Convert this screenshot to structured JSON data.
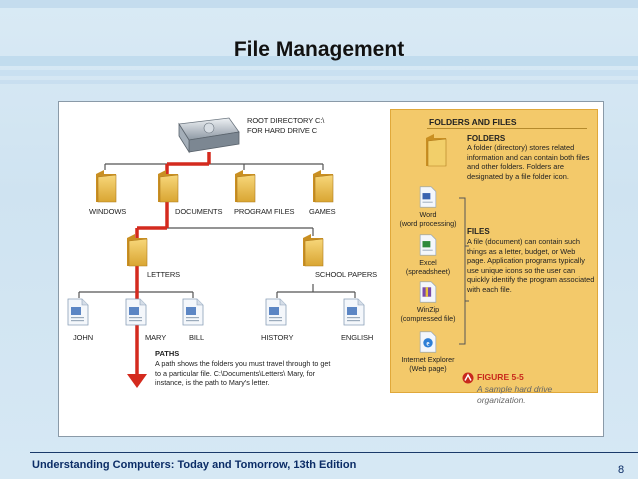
{
  "slide": {
    "title": "File Management",
    "footer": "Understanding Computers: Today and Tomorrow, 13th Edition",
    "page_number": "8"
  },
  "figure": {
    "root_label_line1": "ROOT DIRECTORY C:\\",
    "root_label_line2": "FOR HARD DRIVE C",
    "level1_folders": [
      "WINDOWS",
      "DOCUMENTS",
      "PROGRAM FILES",
      "GAMES"
    ],
    "level2_folders": [
      "LETTERS",
      "SCHOOL PAPERS"
    ],
    "files": [
      "JOHN",
      "MARY",
      "BILL",
      "HISTORY",
      "ENGLISH"
    ],
    "paths_heading": "PATHS",
    "paths_text": "A path shows the folders you must travel through to get to a particular file. C:\\Documents\\Letters\\ Mary, for instance, is the path to Mary's letter.",
    "panel": {
      "title": "FOLDERS AND FILES",
      "folders_heading": "FOLDERS",
      "folders_text": "A folder (directory) stores related information and can contain both files and other folders. Folders are designated by a file folder icon.",
      "files_heading": "FILES",
      "files_text": "A file (document) can contain such things as a letter, budget, or Web page. Application programs typically use unique icons so the user can quickly identify the program associated with each file.",
      "apps": [
        {
          "name": "Word",
          "desc": "(word processing)"
        },
        {
          "name": "Excel",
          "desc": "(spreadsheet)"
        },
        {
          "name": "WinZip",
          "desc": "(compressed file)"
        },
        {
          "name": "Internet Explorer",
          "desc": "(Web page)"
        }
      ]
    },
    "figure_label": "FIGURE 5-5",
    "caption": "A sample hard drive organization."
  },
  "colors": {
    "path_red": "#d42a1e",
    "folder_yellow": "#f0c050",
    "panel_yellow": "#f3c96a",
    "footer_blue": "#0b2c66"
  }
}
